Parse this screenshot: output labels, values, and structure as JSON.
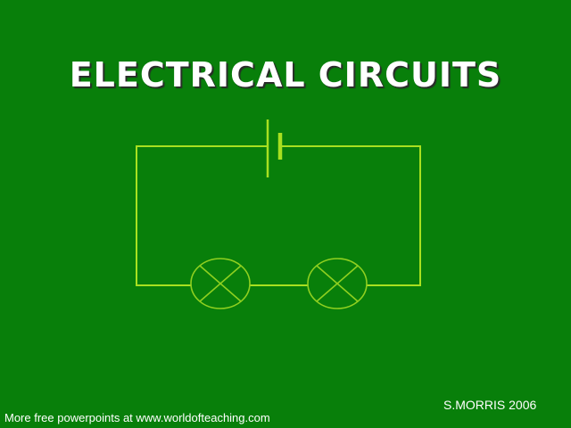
{
  "slide": {
    "title": "ELECTRICAL CIRCUITS",
    "credit": "S.MORRIS 2006",
    "footer": "More free powerpoints at www.worldofteaching.com"
  },
  "diagram": {
    "type": "series circuit",
    "components": [
      {
        "type": "cell",
        "label": "battery-cell-icon"
      },
      {
        "type": "lamp",
        "label": "lamp-1"
      },
      {
        "type": "lamp",
        "label": "lamp-2"
      }
    ],
    "colors": {
      "background": "#087f0a",
      "wire": "#a8e020",
      "lamp": "#8fd020",
      "title": "#ffffff"
    }
  }
}
